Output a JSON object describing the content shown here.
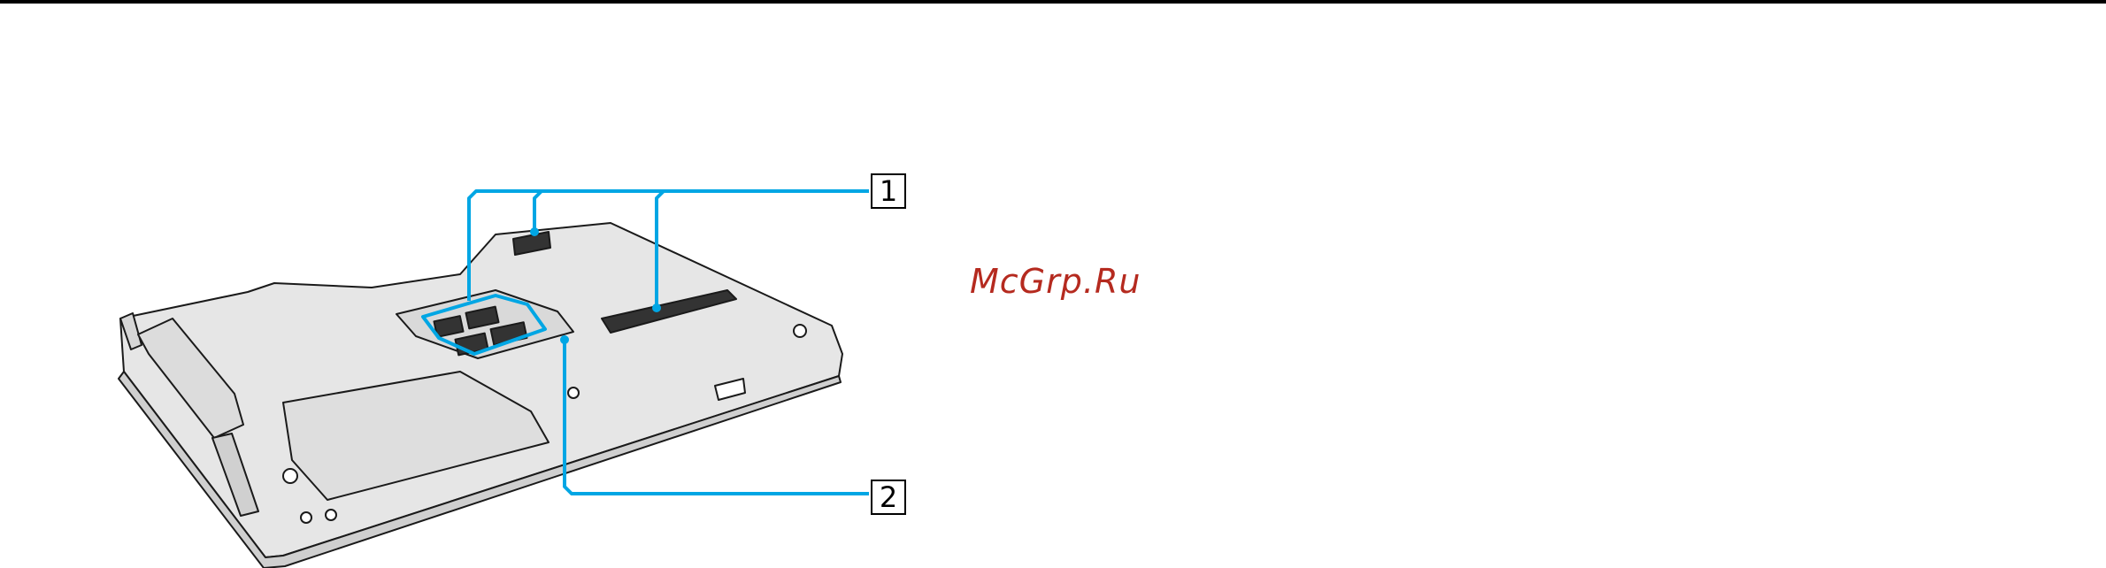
{
  "watermark": "McGrp.Ru",
  "callouts": [
    {
      "label": "1"
    },
    {
      "label": "2"
    }
  ],
  "colors": {
    "callout_line": "#00a6e4",
    "body_fill": "#e3e3e3",
    "outline": "#1a1a1a",
    "watermark": "#b52a1f"
  },
  "icons": {
    "device": "laptop-underside-illustration"
  }
}
